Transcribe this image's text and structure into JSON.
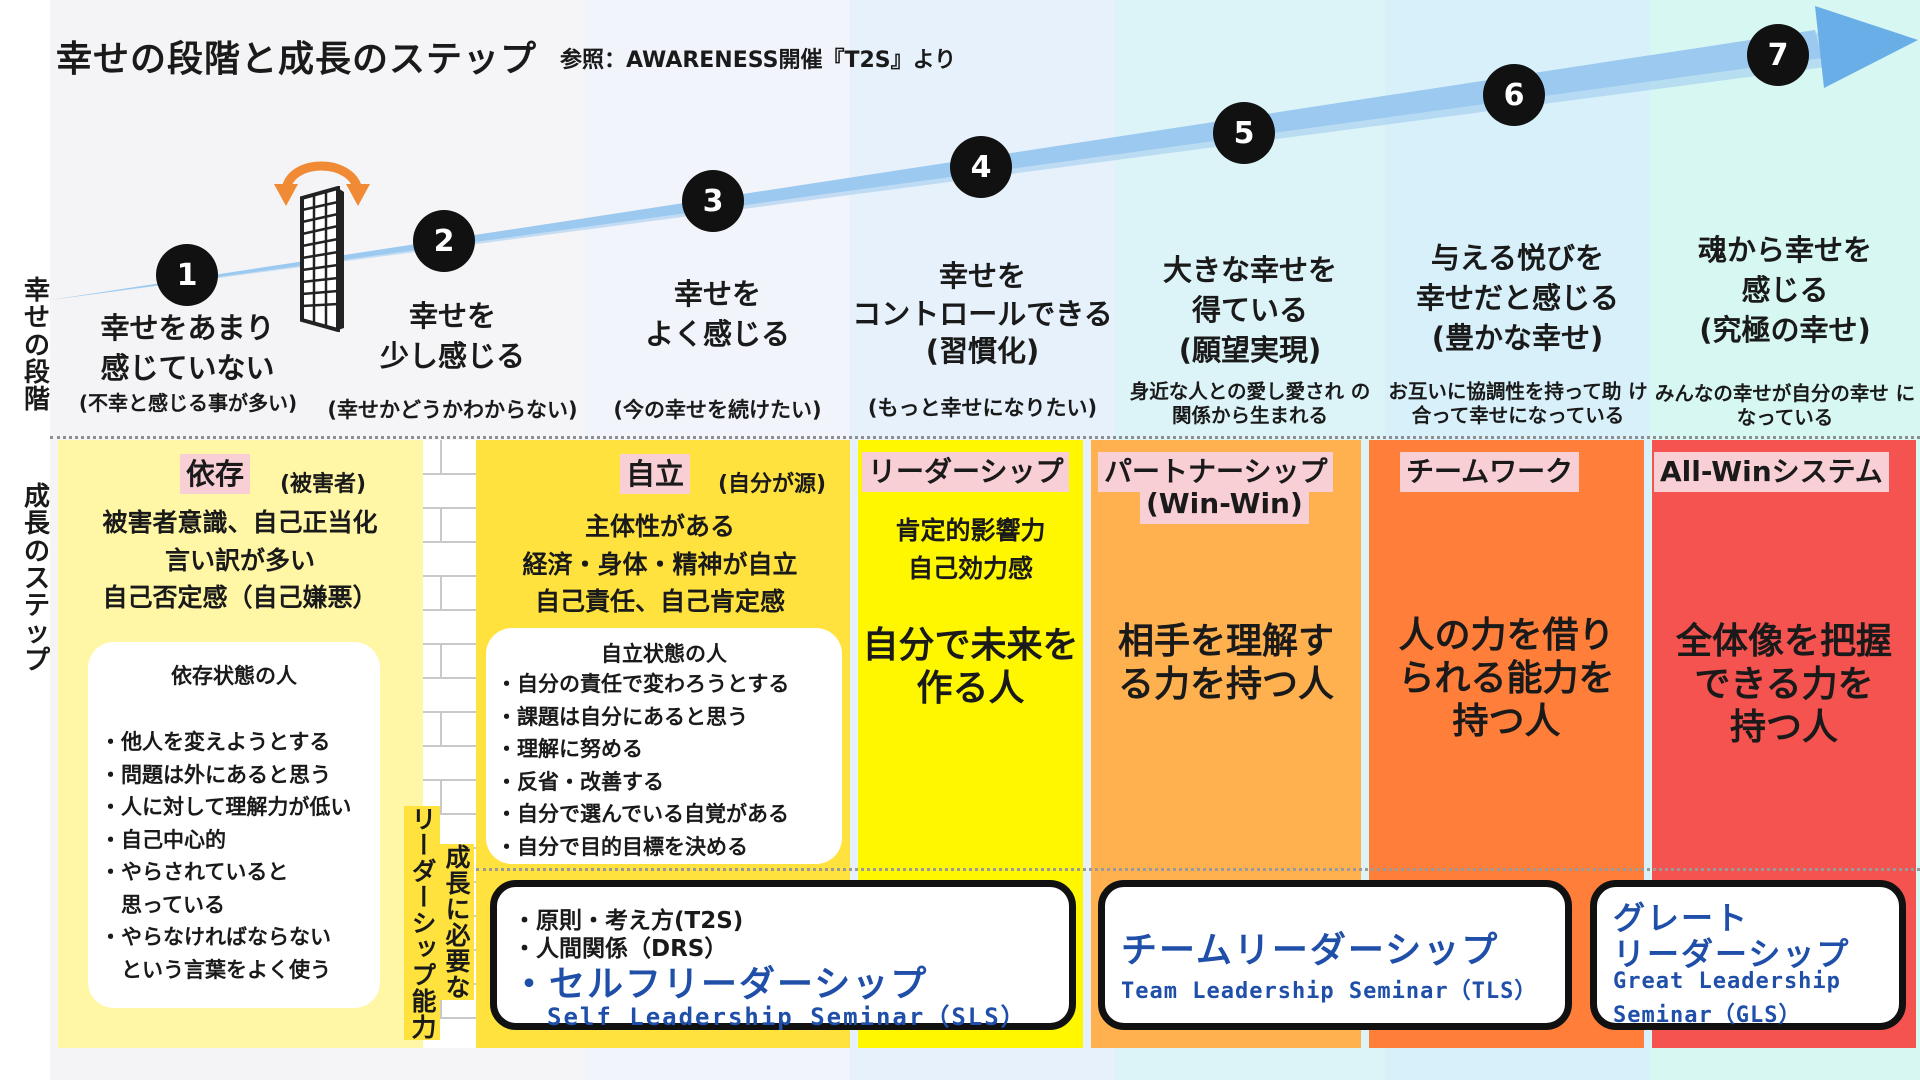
{
  "title": "幸せの段階と成長のステップ",
  "reference": "参照：AWARENESS開催『T2S』より",
  "row_labels": {
    "happiness": "幸せの段階",
    "growth": "成長のステップ"
  },
  "stages": [
    {
      "num": "1",
      "lines": [
        "幸せをあまり",
        "感じていない"
      ],
      "sub": "(不幸と感じる事が多い)"
    },
    {
      "num": "2",
      "lines": [
        "幸せを",
        "少し感じる"
      ],
      "sub": "(幸せかどうかわからない)"
    },
    {
      "num": "3",
      "lines": [
        "幸せを",
        "よく感じる"
      ],
      "sub": "(今の幸せを続けたい)"
    },
    {
      "num": "4",
      "lines": [
        "幸せを",
        "コントロールできる",
        "(習慣化)"
      ],
      "sub": "(もっと幸せになりたい)"
    },
    {
      "num": "5",
      "lines": [
        "大きな幸せを",
        "得ている",
        "(願望実現)"
      ],
      "sub": "身近な人との愛し愛され の関係から生まれる"
    },
    {
      "num": "6",
      "lines": [
        "与える悦びを",
        "幸せだと感じる",
        "(豊かな幸せ)"
      ],
      "sub": "お互いに協調性を持って助 け合って幸せになっている"
    },
    {
      "num": "7",
      "lines": [
        "魂から幸せを",
        "感じる",
        "(究極の幸せ)"
      ],
      "sub": "みんなの幸せが自分の幸せ になっている"
    }
  ],
  "growth": {
    "dependence": {
      "head": "依存",
      "paren": "(被害者)",
      "body": [
        "被害者意識、自己正当化",
        "言い訳が多い",
        "自己否定感（自己嫌悪）"
      ],
      "card_title": "依存状態の人",
      "items": [
        "他人を変えようとする",
        "問題は外にあると思う",
        "人に対して理解力が低い",
        "自己中心的",
        "やらされていると",
        "思っている",
        "やらなければならない",
        "という言葉をよく使う"
      ]
    },
    "wall_label_1": "成長に必要な",
    "wall_label_2": "リーダーシップ能力",
    "independence": {
      "head": "自立",
      "paren": "(自分が源)",
      "body": [
        "主体性がある",
        "経済・身体・精神が自立",
        "自己責任、自己肯定感"
      ],
      "card_title": "自立状態の人",
      "items": [
        "自分の責任で変わろうとする",
        "課題は自分にあると思う",
        "理解に努める",
        "反省・改善する",
        "自分で選んでいる自覚がある",
        "自分で目的目標を決める"
      ]
    },
    "leadership": {
      "head": "リーダーシップ",
      "body": [
        "肯定的影響力",
        "自己効力感"
      ],
      "big": [
        "自分で未来を",
        "作る人"
      ]
    },
    "partnership": {
      "head1": "パートナーシップ",
      "head2": "(Win-Win)",
      "big": [
        "相手を理解す",
        "る力を持つ人"
      ]
    },
    "teamwork": {
      "head": "チームワーク",
      "big": [
        "人の力を借り",
        "られる能力を",
        "持つ人"
      ]
    },
    "allwin": {
      "head": "All-Winシステム",
      "big": [
        "全体像を把握",
        "できる力を",
        "持つ人"
      ]
    }
  },
  "seminars": {
    "sls": {
      "line1": "・原則・考え方(T2S)",
      "line2": "・人間関係（DRS）",
      "main": "・セルフリーダーシップ",
      "sub": "Self Leadership Seminar（SLS）"
    },
    "tls": {
      "main": "チームリーダーシップ",
      "sub": "Team Leadership Seminar（TLS）"
    },
    "gls": {
      "main1": "グレート",
      "main2": "リーダーシップ",
      "sub1": "Great Leadership",
      "sub2": "Seminar（GLS）"
    }
  },
  "colors": {
    "dependence": "#fff7a6",
    "wall": "#ffffff",
    "independence": "#ffe23d",
    "leadership": "#fff700",
    "partnership": "#ffb150",
    "teamwork": "#ff7f3a",
    "allwin": "#f5534f",
    "arrow": "#9cc9ef",
    "rotate_arrow": "#f08a35",
    "seminar_text": "#1f4fa8"
  },
  "icons": [
    "rotate-arrow-icon",
    "brick-wall-icon"
  ]
}
